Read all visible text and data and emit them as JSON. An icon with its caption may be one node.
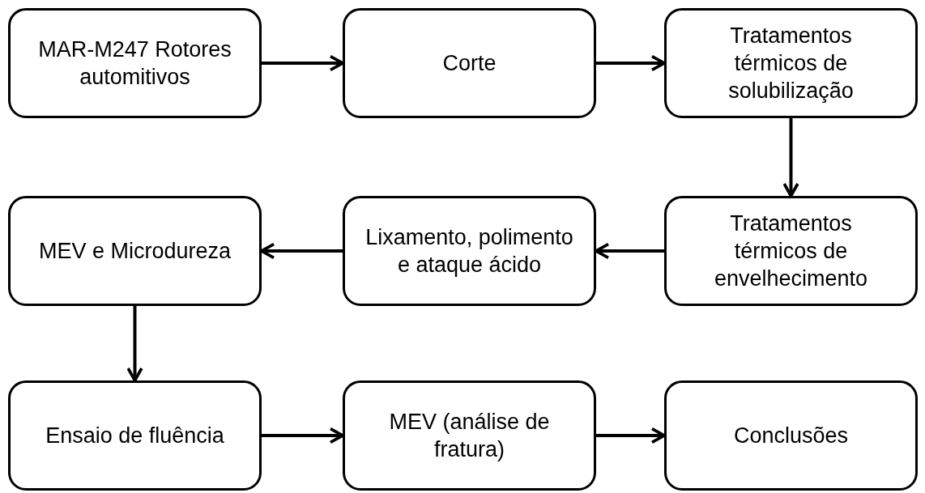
{
  "diagram": {
    "nodes": [
      {
        "text": [
          "MAR-M247 Rotores automitivos"
        ]
      },
      {
        "text": [
          "Corte"
        ]
      },
      {
        "text": [
          "Tratamentos térmicos de solubilização"
        ]
      },
      {
        "text": [
          "Tratamentos térmicos de envelhecimento"
        ]
      },
      {
        "text": [
          "Lixamento, polimento e ataque ácido"
        ]
      },
      {
        "text": [
          "MEV e Microdureza"
        ]
      },
      {
        "text": [
          "Ensaio de fluência"
        ]
      },
      {
        "text": [
          "MEV (análise de fratura)"
        ]
      },
      {
        "text": [
          "Conclusões"
        ]
      }
    ],
    "edges": [
      {
        "from": 0,
        "to": 1,
        "arrow": "to"
      },
      {
        "from": 1,
        "to": 2,
        "arrow": "to"
      },
      {
        "from": 2,
        "to": 3,
        "arrow": "to"
      },
      {
        "from": 3,
        "to": 4,
        "arrow": "to"
      },
      {
        "from": 4,
        "to": 5,
        "arrow": "to"
      },
      {
        "from": 5,
        "to": 6,
        "arrow": "to"
      },
      {
        "from": 6,
        "to": 7,
        "arrow": "to"
      },
      {
        "from": 7,
        "to": 8,
        "arrow": "to"
      }
    ]
  }
}
